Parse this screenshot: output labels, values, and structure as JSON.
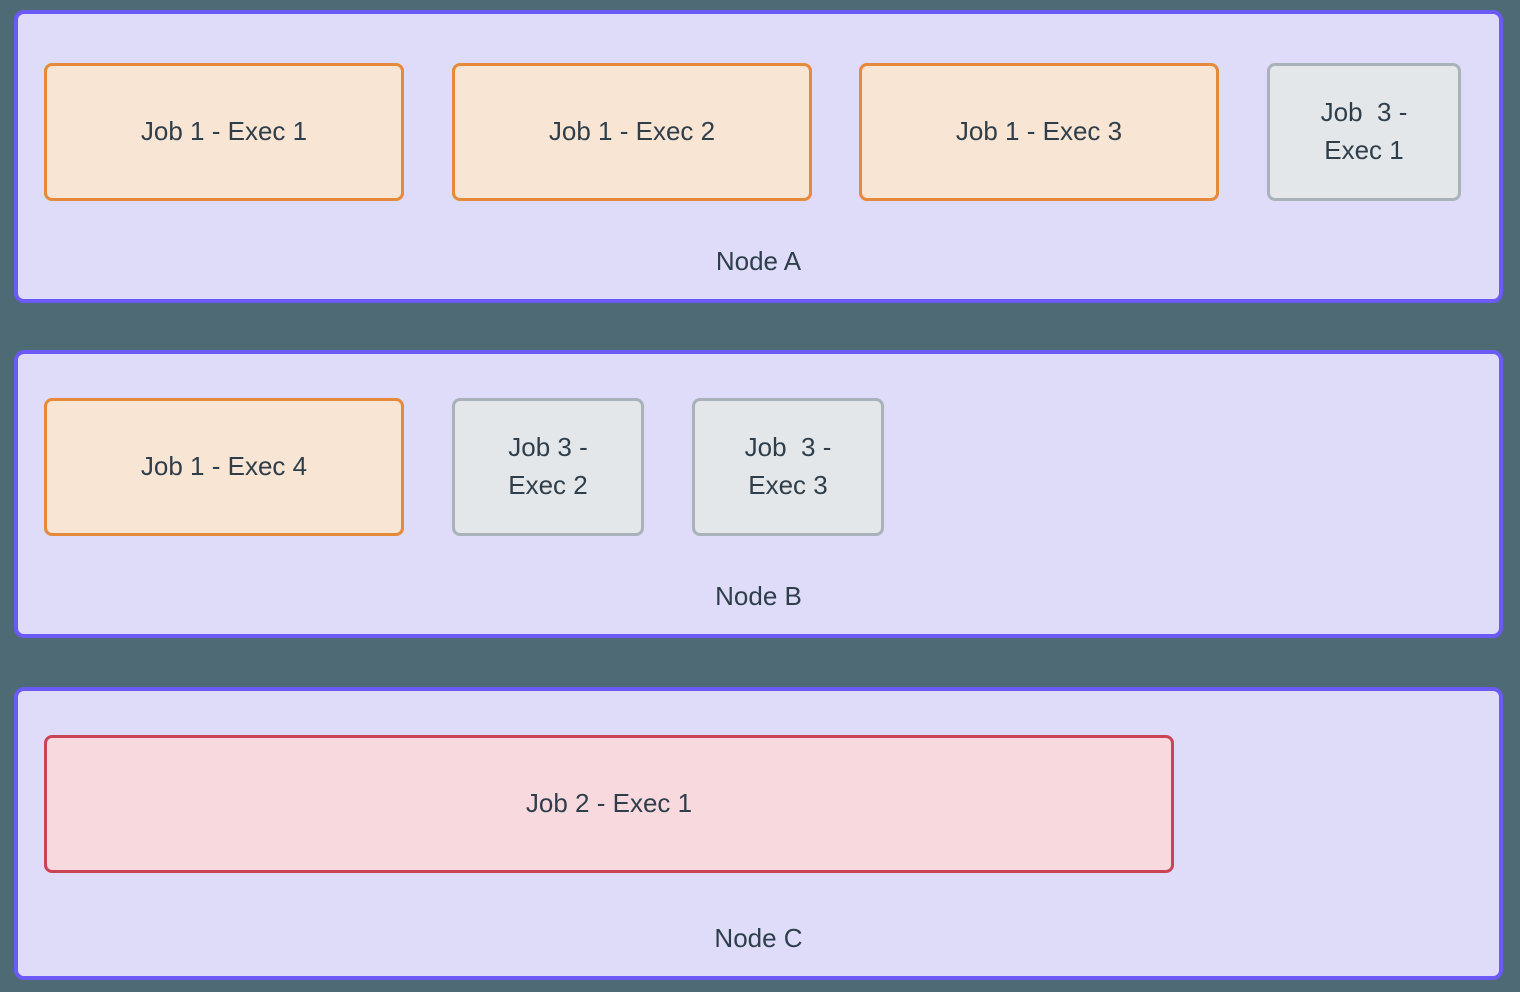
{
  "colors": {
    "background": "#4d6a75",
    "node_fill": "#dedcf9",
    "node_border": "#6b5af5",
    "job1_fill": "#f9e5d3",
    "job1_border": "#e5893b",
    "job2_fill": "#f8dade",
    "job2_border": "#cb4356",
    "job3_fill": "#e3e7ea",
    "job3_border": "#a9b2b9",
    "text": "#2f3e4b"
  },
  "nodes": [
    {
      "label": "Node A",
      "executors": [
        {
          "label": "Job 1 - Exec 1",
          "job": "job1"
        },
        {
          "label": "Job 1 - Exec 2",
          "job": "job1"
        },
        {
          "label": "Job 1 - Exec 3",
          "job": "job1"
        },
        {
          "label": "Job  3 -\nExec 1",
          "job": "job3"
        }
      ]
    },
    {
      "label": "Node B",
      "executors": [
        {
          "label": "Job 1 - Exec 4",
          "job": "job1"
        },
        {
          "label": "Job 3 -\nExec 2",
          "job": "job3"
        },
        {
          "label": "Job  3 -\nExec 3",
          "job": "job3"
        }
      ]
    },
    {
      "label": "Node C",
      "executors": [
        {
          "label": "Job 2 - Exec 1",
          "job": "job2"
        }
      ]
    }
  ]
}
